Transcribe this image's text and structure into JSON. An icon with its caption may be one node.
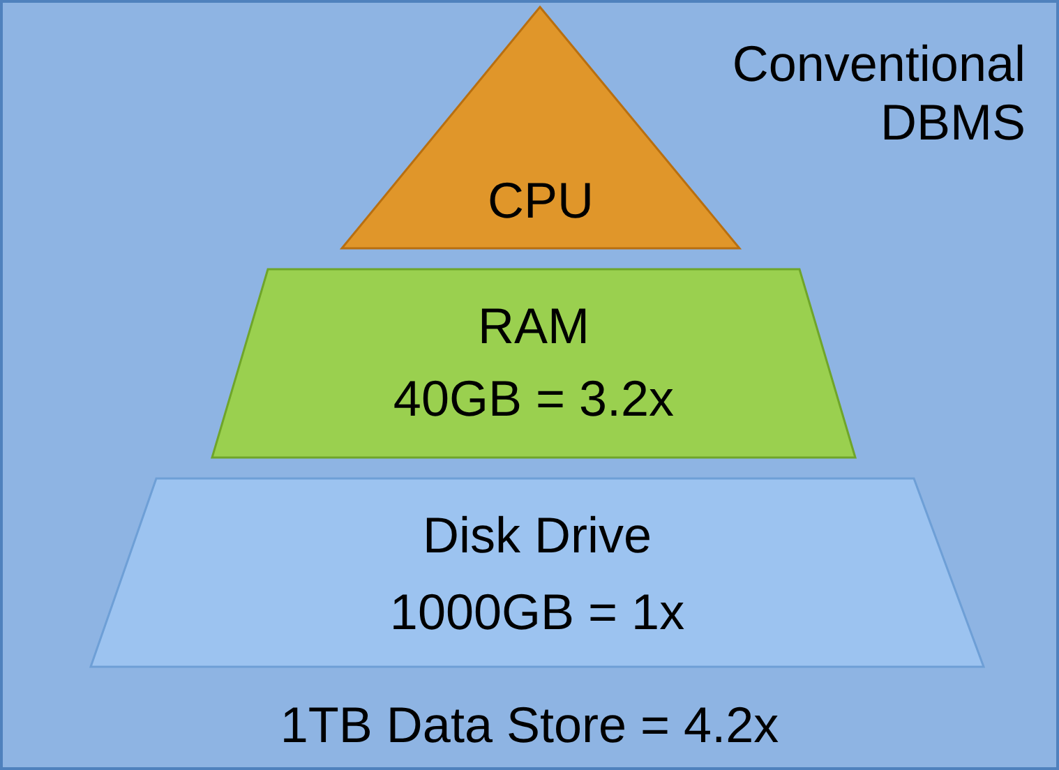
{
  "diagram": {
    "nodes": [
      {
        "text": [
          "CPU"
        ]
      },
      {
        "text": [
          "RAM",
          "40GB = 3.2x"
        ]
      },
      {
        "text": [
          "Disk Drive",
          "1000GB = 1x"
        ]
      }
    ],
    "labels": [
      "Conventional DBMS",
      "1TB Data Store = 4.2x"
    ]
  }
}
